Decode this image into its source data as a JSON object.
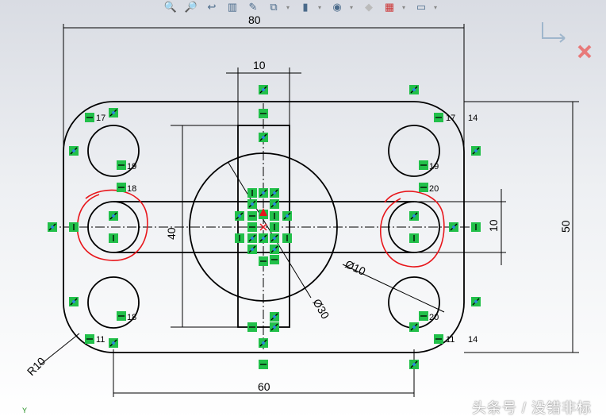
{
  "toolbar": {
    "icons": [
      "zoom-to-fit-icon",
      "zoom-area-icon",
      "previous-view-icon",
      "section-view-icon",
      "dynamic-annotation-icon",
      "view-orientation-icon",
      "display-style-icon",
      "hide-show-icon",
      "edit-appearance-icon",
      "apply-scene-icon",
      "view-settings-icon"
    ]
  },
  "dimensions": {
    "overall_width": "80",
    "slot_width": "10",
    "hole_spacing": "60",
    "overall_height": "50",
    "slot_height": "10",
    "vertical_slot_length": "40",
    "center_circle": "Ø30",
    "hole_diameter": "Ø10",
    "corner_radius": "R10"
  },
  "relation_labels": {
    "a": "17",
    "b": "17",
    "c": "14",
    "d": "19",
    "e": "19",
    "f": "18",
    "g": "20",
    "h": "18",
    "i": "20",
    "j": "11",
    "k": "11",
    "l": "14"
  },
  "axis": {
    "y_label": "Y"
  },
  "watermark": "头条号 / 没错非标",
  "colors": {
    "relation": "#22c04a",
    "highlight": "#e8161b",
    "sketch": "#000000"
  }
}
